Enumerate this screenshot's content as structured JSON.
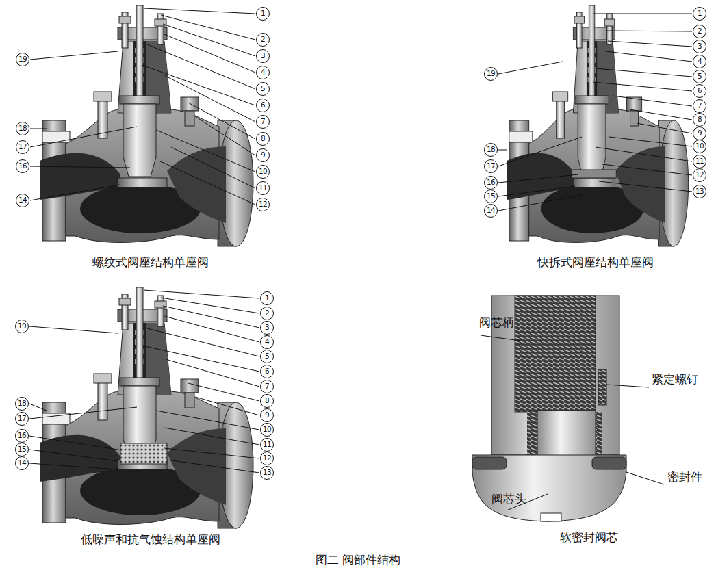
{
  "diagram": {
    "caption": "图二 阀部件结构",
    "labels": [
      "1",
      "2",
      "3",
      "4",
      "5",
      "6",
      "7",
      "8",
      "9",
      "10",
      "11",
      "12",
      "19",
      "18",
      "17",
      "16",
      "14",
      "螺纹式阀座结构单座阀",
      "1",
      "2",
      "3",
      "4",
      "5",
      "6",
      "7",
      "8",
      "9",
      "10",
      "11",
      "12",
      "13",
      "19",
      "18",
      "17",
      "16",
      "15",
      "14",
      "快拆式阀座结构单座阀",
      "1",
      "2",
      "3",
      "4",
      "5",
      "6",
      "7",
      "8",
      "9",
      "10",
      "11",
      "12",
      "13",
      "19",
      "18",
      "17",
      "16",
      "15",
      "14",
      "低噪声和抗气蚀结构单座阀",
      "阀芯柄",
      "紧定螺钉",
      "密封件",
      "阀芯头",
      "软密封阀芯"
    ]
  }
}
